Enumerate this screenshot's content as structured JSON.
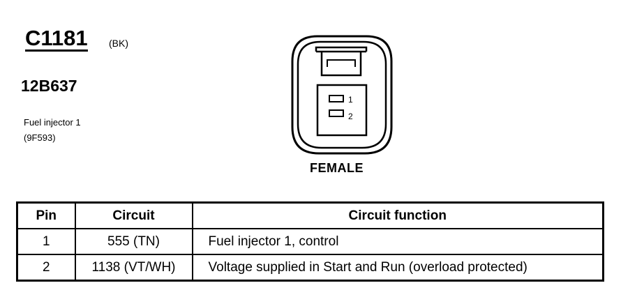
{
  "connector": {
    "id": "C1181",
    "color": "(BK)",
    "part_number": "12B637",
    "description_line1": "Fuel injector 1",
    "description_line2": "(9F593)"
  },
  "diagram": {
    "pin_labels": [
      "1",
      "2"
    ],
    "gender": "FEMALE"
  },
  "table": {
    "headers": [
      "Pin",
      "Circuit",
      "Circuit function"
    ],
    "rows": [
      {
        "pin": "1",
        "circuit": "555 (TN)",
        "function": "Fuel injector 1, control"
      },
      {
        "pin": "2",
        "circuit": "1138 (VT/WH)",
        "function": "Voltage supplied in Start and Run (overload protected)"
      }
    ]
  }
}
